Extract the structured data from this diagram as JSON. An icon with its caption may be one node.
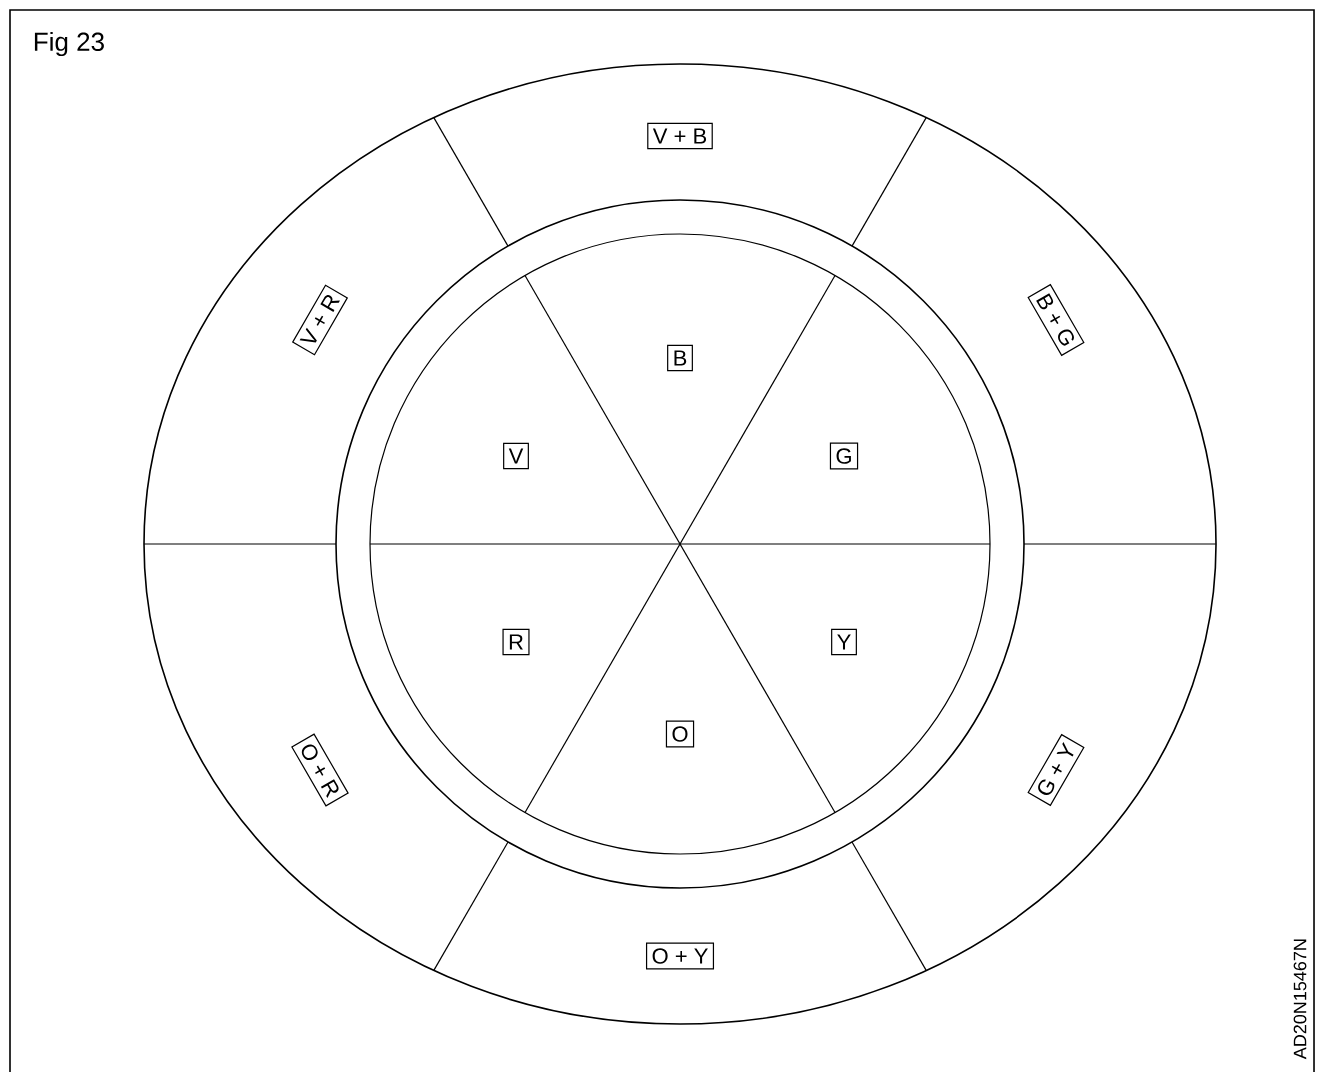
{
  "diagram": {
    "nodes": [
      {
        "text": [
          "B"
        ]
      },
      {
        "text": [
          "V"
        ]
      },
      {
        "text": [
          "G"
        ]
      },
      {
        "text": [
          "R"
        ]
      },
      {
        "text": [
          "Y"
        ]
      },
      {
        "text": [
          "O"
        ]
      },
      {
        "text": [
          "V + B"
        ]
      },
      {
        "text": [
          "V + R"
        ]
      },
      {
        "text": [
          "B + G"
        ]
      },
      {
        "text": [
          "O + R"
        ]
      },
      {
        "text": [
          "G + Y"
        ]
      },
      {
        "text": [
          "O + Y"
        ]
      }
    ],
    "labels": [
      "Fig 23",
      "AD20N15467N"
    ]
  }
}
